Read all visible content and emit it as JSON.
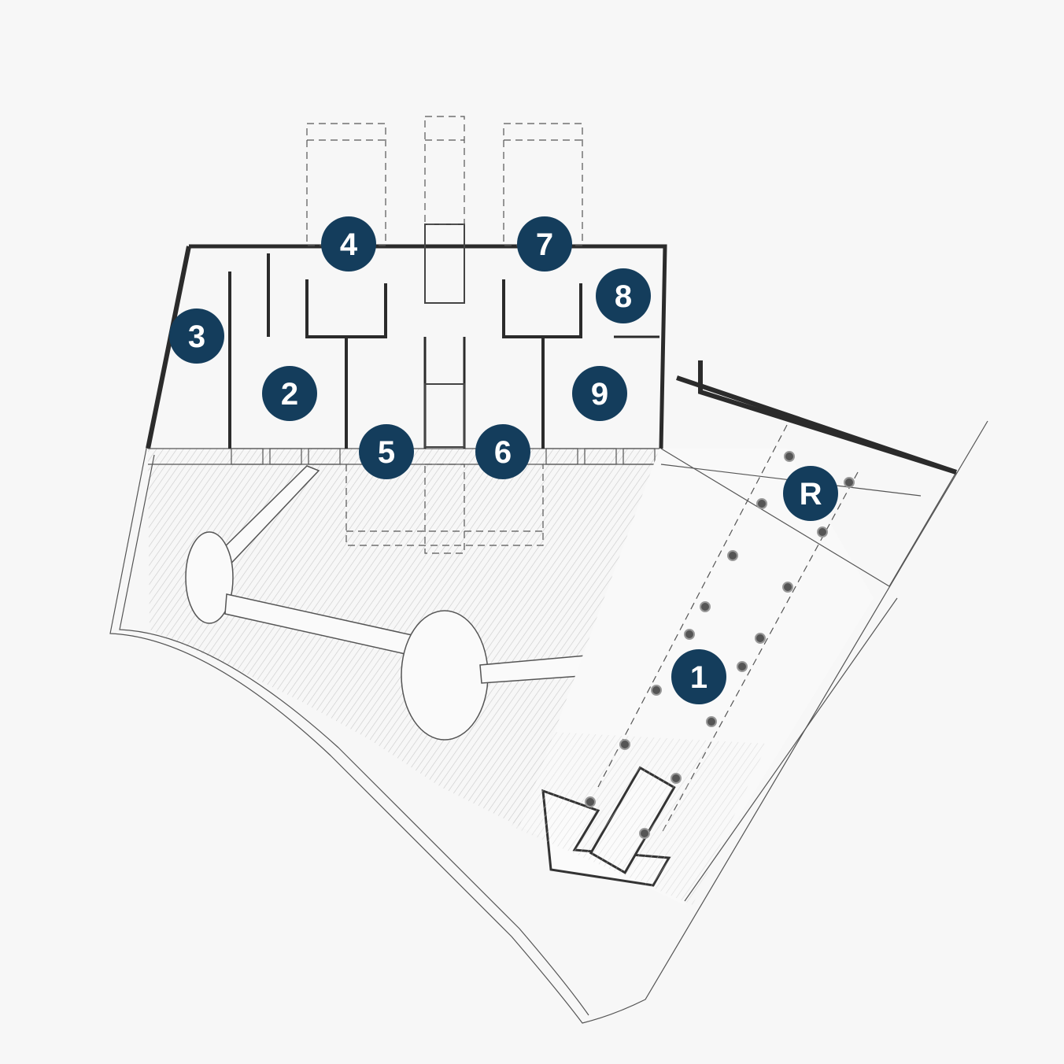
{
  "map": {
    "background": "#f7f7f7",
    "marker_color": "#143d5c",
    "marker_text_color": "#ffffff",
    "markers": [
      {
        "id": "1",
        "label": "1"
      },
      {
        "id": "2",
        "label": "2"
      },
      {
        "id": "3",
        "label": "3"
      },
      {
        "id": "4",
        "label": "4"
      },
      {
        "id": "5",
        "label": "5"
      },
      {
        "id": "6",
        "label": "6"
      },
      {
        "id": "7",
        "label": "7"
      },
      {
        "id": "8",
        "label": "8"
      },
      {
        "id": "9",
        "label": "9"
      },
      {
        "id": "R",
        "label": "R"
      }
    ]
  }
}
